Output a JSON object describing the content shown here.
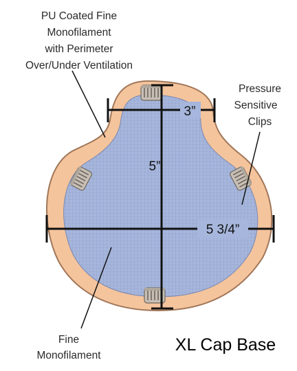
{
  "labels": {
    "top_left": [
      "PU Coated Fine",
      "Monofilament",
      "with Perimeter",
      "Over/Under Ventilation"
    ],
    "right": [
      "Pressure",
      "Sensitive",
      "Clips"
    ],
    "bottom_left": [
      "Fine",
      "Monofilament"
    ],
    "title": "XL Cap Base"
  },
  "dimensions": {
    "top_width": "3”",
    "height": "5”",
    "width": "5 3/4”"
  },
  "icons": {
    "clip": "hair-clip-icon"
  },
  "colors": {
    "outer_band": "#f4c49d",
    "outer_edge": "#a07658",
    "mesh": "#a6b6dc",
    "mesh_grid": "#8796c0",
    "clip_fill": "#c7bfb5",
    "clip_edge": "#6e665d",
    "lines": "#111111"
  }
}
